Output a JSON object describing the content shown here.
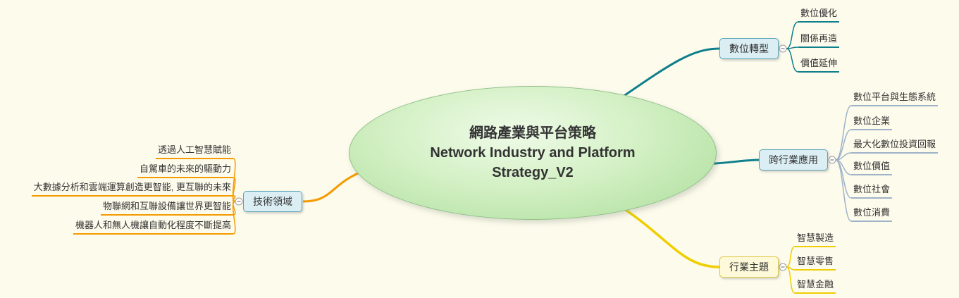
{
  "central": {
    "line1": "網路產業與平台策略",
    "line2": "Network Industry and Platform",
    "line3": "Strategy_V2"
  },
  "branches": [
    {
      "label": "數位轉型",
      "color": "#0E7F8C",
      "children": [
        "數位優化",
        "關係再造",
        "價值延伸"
      ]
    },
    {
      "label": "跨行業應用",
      "color": "#0E7F8C",
      "child_color": "#9FB3C8",
      "children": [
        "數位平台與生態系統",
        "數位企業",
        "最大化數位投資回報",
        "數位價值",
        "數位社會",
        "數位消費"
      ]
    },
    {
      "label": "行業主題",
      "color": "#EFCE00",
      "children": [
        "智慧製造",
        "智慧零售",
        "智慧金融"
      ]
    },
    {
      "label": "技術領域",
      "color": "#F59B00",
      "children": [
        "透過人工智慧賦能",
        "自駕車的未來的驅動力",
        "大數據分析和雲端運算創造更智能, 更互聯的未來",
        "物聯網和互聯設備讓世界更智能",
        "機器人和無人機讓自動化程度不斷提高"
      ]
    }
  ],
  "colors": {
    "background": "#FDFBEC",
    "teal_branch": "#0E7F8C",
    "blue_child_line": "#9FB3C8",
    "yellow_branch": "#EFCE00",
    "orange_branch": "#F59B00",
    "central_fill": "#B9E4A9",
    "central_border": "#8FBF88",
    "topic_fill_blue": "#DBEEF4",
    "topic_border_blue": "#58A3B8",
    "topic_fill_yellow": "#FEFAD9",
    "topic_border_yellow": "#E0C840",
    "collapse_icon_stroke": "#9B9B9B"
  }
}
